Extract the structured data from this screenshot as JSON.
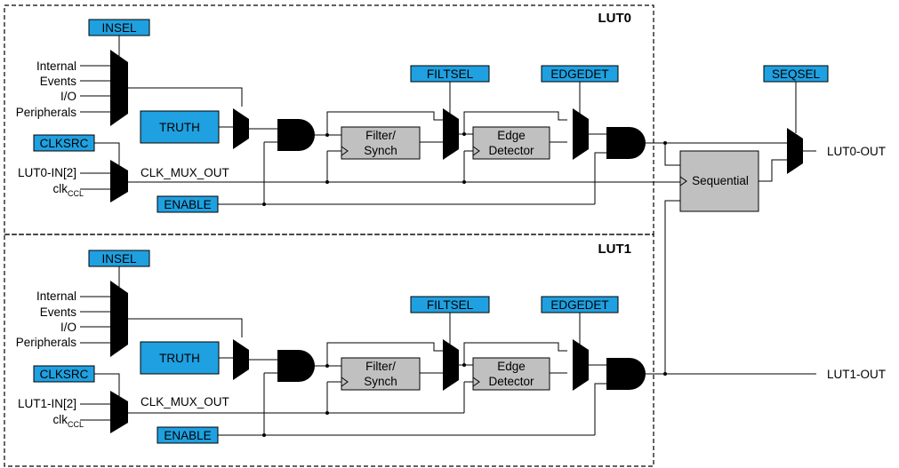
{
  "lut0": {
    "title": "LUT0",
    "insel": "INSEL",
    "inputs": [
      "Internal",
      "Events",
      "I/O",
      "Peripherals"
    ],
    "truth": "TRUTH",
    "clksrc": "CLKSRC",
    "clk_in": "LUT0-IN[2]",
    "clk_ccl_main": "clk",
    "clk_ccl_sub": "CCL",
    "clk_mux_out": "CLK_MUX_OUT",
    "enable": "ENABLE",
    "filtsel": "FILTSEL",
    "filter_l1": "Filter/",
    "filter_l2": "Synch",
    "edgedet": "EDGEDET",
    "edge_l1": "Edge",
    "edge_l2": "Detector"
  },
  "lut1": {
    "title": "LUT1",
    "insel": "INSEL",
    "inputs": [
      "Internal",
      "Events",
      "I/O",
      "Peripherals"
    ],
    "truth": "TRUTH",
    "clksrc": "CLKSRC",
    "clk_in": "LUT1-IN[2]",
    "clk_ccl_main": "clk",
    "clk_ccl_sub": "CCL",
    "clk_mux_out": "CLK_MUX_OUT",
    "enable": "ENABLE",
    "filtsel": "FILTSEL",
    "filter_l1": "Filter/",
    "filter_l2": "Synch",
    "edgedet": "EDGEDET",
    "edge_l1": "Edge",
    "edge_l2": "Detector"
  },
  "seqsel": "SEQSEL",
  "sequential": "Sequential",
  "lut0_out": "LUT0-OUT",
  "lut1_out": "LUT1-OUT"
}
